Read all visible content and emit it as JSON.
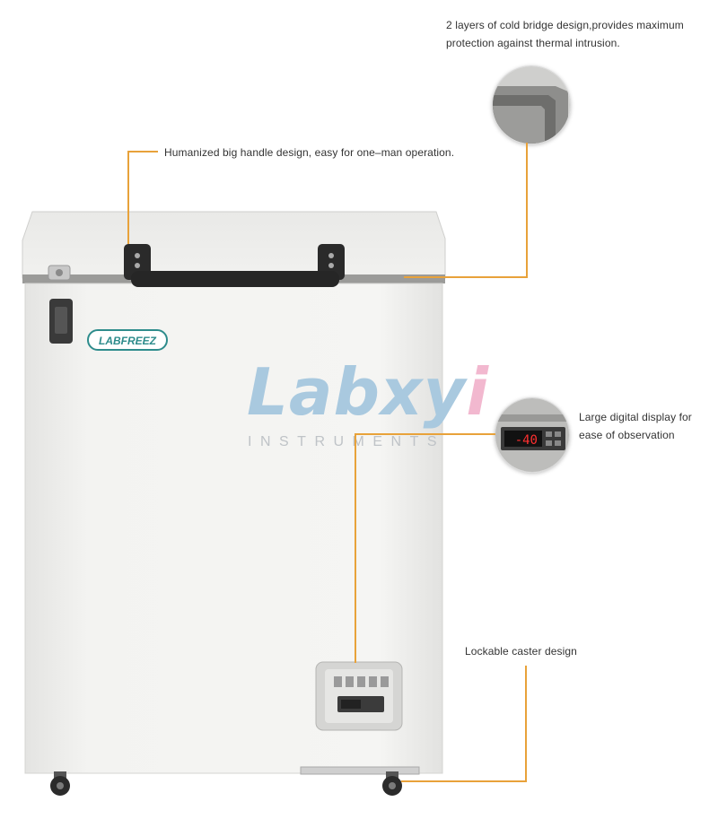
{
  "callouts": {
    "cold_bridge": {
      "line1": "2 layers of cold bridge design,provides maximum",
      "line2": "protection against thermal intrusion."
    },
    "handle": {
      "text": "Humanized big handle design, easy for one–man operation."
    },
    "display": {
      "line1": "Large digital display for",
      "line2": "ease of observation",
      "readout": "-40"
    },
    "caster": {
      "text": "Lockable caster design"
    }
  },
  "brand": {
    "logo_text": "LABFREEZ"
  },
  "watermark": {
    "main": "Labxyi",
    "main_blue": "Labxy",
    "main_pink": "i",
    "sub": "INSTRUMENTS"
  },
  "colors": {
    "leader": "#e8a23a",
    "cabinet": "#f0f0ee",
    "logo": "#2e8c8c",
    "watermark_blue": "#a9c9df",
    "watermark_pink": "#f2b8cf"
  }
}
